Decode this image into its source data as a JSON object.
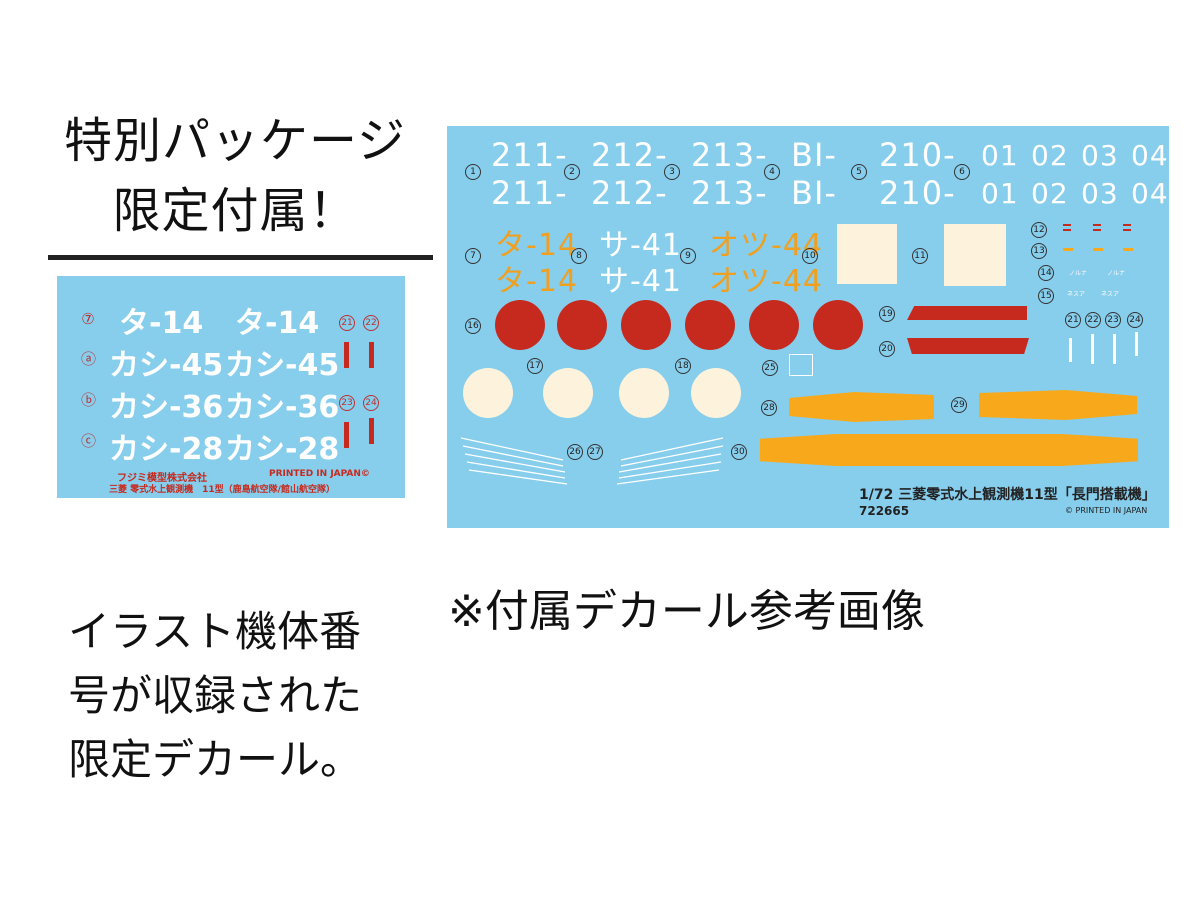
{
  "heading_line1": "特別パッケージ",
  "heading_line2": "限定付属！",
  "caption": "※付属デカール参考画像",
  "desc_line1": "イラスト機体番",
  "desc_line2": "号が収録された",
  "desc_line3": "限定デカール。",
  "small_sheet": {
    "row1": "タ-14",
    "row2": "カシ-45",
    "row3": "カシ-36",
    "row4": "カシ-28",
    "mark7": "⑦",
    "marka": "ⓐ",
    "markb": "ⓑ",
    "markc": "ⓒ",
    "mark21": "21",
    "mark22": "22",
    "mark23": "23",
    "mark24": "24",
    "maker": "フジミ模型株式会社",
    "subject": "三菱 零式水上観測機　11型（鹿島航空隊/館山航空隊）",
    "printed": "PRINTED IN JAPAN©"
  },
  "large_sheet": {
    "nums_top": [
      "211-",
      "212-",
      "213-",
      "BI-",
      "210-"
    ],
    "codes": [
      "01",
      "02",
      "03",
      "04"
    ],
    "row3": [
      "タ-14",
      "サ-41",
      "オツ-44"
    ],
    "marks": [
      "1",
      "2",
      "3",
      "4",
      "5",
      "6",
      "7",
      "8",
      "9",
      "10",
      "11",
      "12",
      "13",
      "14",
      "15",
      "16",
      "17",
      "18",
      "19",
      "20",
      "21",
      "22",
      "23",
      "24",
      "25",
      "26",
      "27",
      "28",
      "29",
      "30"
    ],
    "tiny_text1": "ノルナ",
    "tiny_text2": "ネスア",
    "footer_title": "1/72  三菱零式水上観測機11型「長門搭載機」",
    "footer_code": "722665",
    "footer_printed": "© PRINTED IN JAPAN"
  },
  "colors": {
    "decal_blue": "#87cdec",
    "hinomaru_red": "#c62a1e",
    "orange": "#f7a91b",
    "cream": "#fdf3dc"
  }
}
